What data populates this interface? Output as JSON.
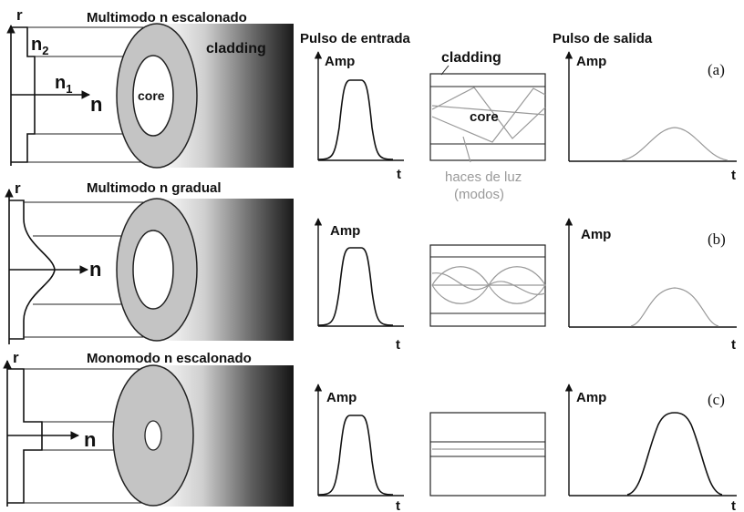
{
  "rows": [
    {
      "title": "Multimodo n escalonado",
      "axis_r": "r",
      "axis_n": "n",
      "label_n2": "n",
      "label_n2_sub": "2",
      "label_n1": "n",
      "label_n1_sub": "1",
      "fiber_core_label": "core",
      "fiber_cladding_label": "cladding",
      "pulse_in_title": "Pulso de entrada",
      "pulse_in_amp": "Amp",
      "pulse_in_t": "t",
      "guide_cladding_label": "cladding",
      "guide_core_label": "core",
      "guide_rays_label_1": "haces de luz",
      "guide_rays_label_2": "(modos)",
      "pulse_out_title": "Pulso de salida",
      "pulse_out_amp": "Amp",
      "pulse_out_t": "t",
      "case_label": "(a)"
    },
    {
      "title": "Multimodo n gradual",
      "axis_r": "r",
      "axis_n": "n",
      "pulse_in_amp": "Amp",
      "pulse_in_t": "t",
      "pulse_out_amp": "Amp",
      "pulse_out_t": "t",
      "case_label": "(b)"
    },
    {
      "title": "Monomodo n escalonado",
      "axis_r": "r",
      "axis_n": "n",
      "pulse_in_amp": "Amp",
      "pulse_in_t": "t",
      "pulse_out_amp": "Amp",
      "pulse_out_t": "t",
      "case_label": "(c)"
    }
  ]
}
